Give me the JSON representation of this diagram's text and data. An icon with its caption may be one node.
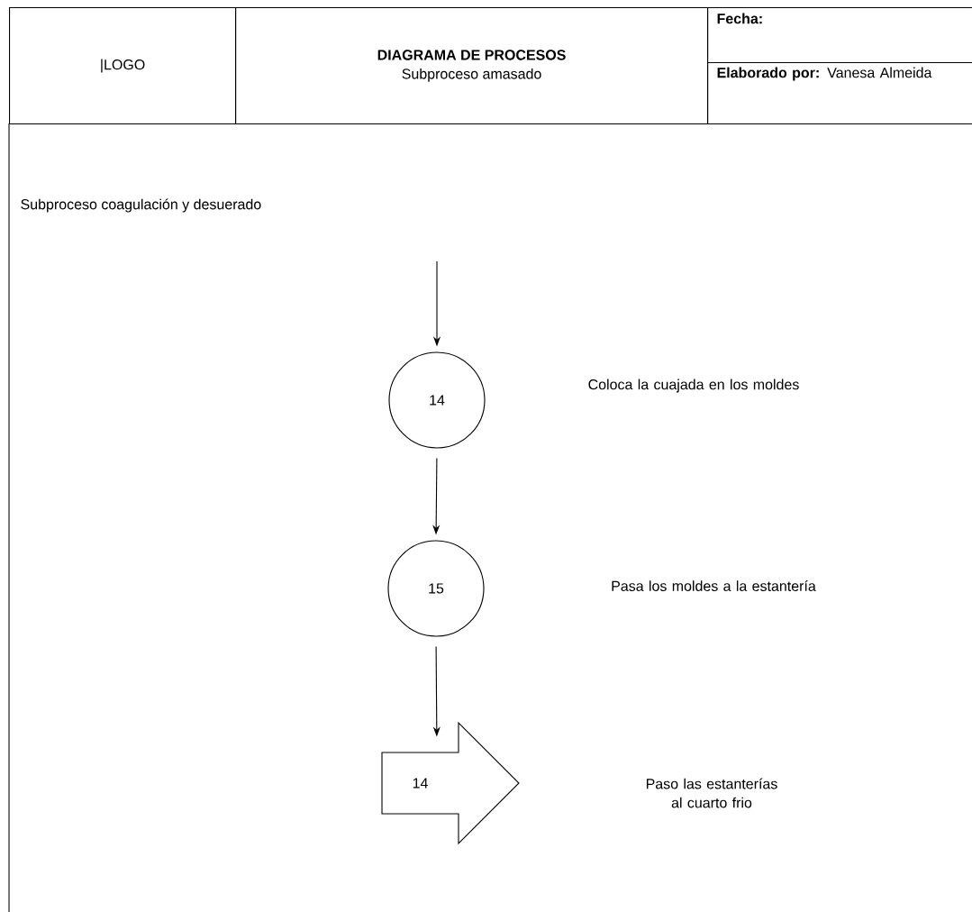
{
  "diagram": {
    "title": "DIAGRAMA DE PROCESOS",
    "nodes": [
      {
        "text": [
          "14"
        ]
      },
      {
        "text": [
          "15"
        ]
      },
      {
        "text": [
          "14"
        ]
      }
    ],
    "edges": [
      {
        "from": null,
        "to": 0,
        "arrow": "to"
      },
      {
        "from": 0,
        "to": 1,
        "arrow": "to"
      },
      {
        "from": 1,
        "to": 2,
        "arrow": "to"
      }
    ],
    "labels": [
      "|LOGO",
      "Subproceso amasado",
      "Fecha:",
      "**Elaborado por:** Vanesa Almeida",
      "Subproceso coagulación y desuerado",
      "Coloca la cuajada en los moldes",
      "Pasa los moldes a la estantería",
      "Paso las estanterías al cuarto frio"
    ]
  }
}
